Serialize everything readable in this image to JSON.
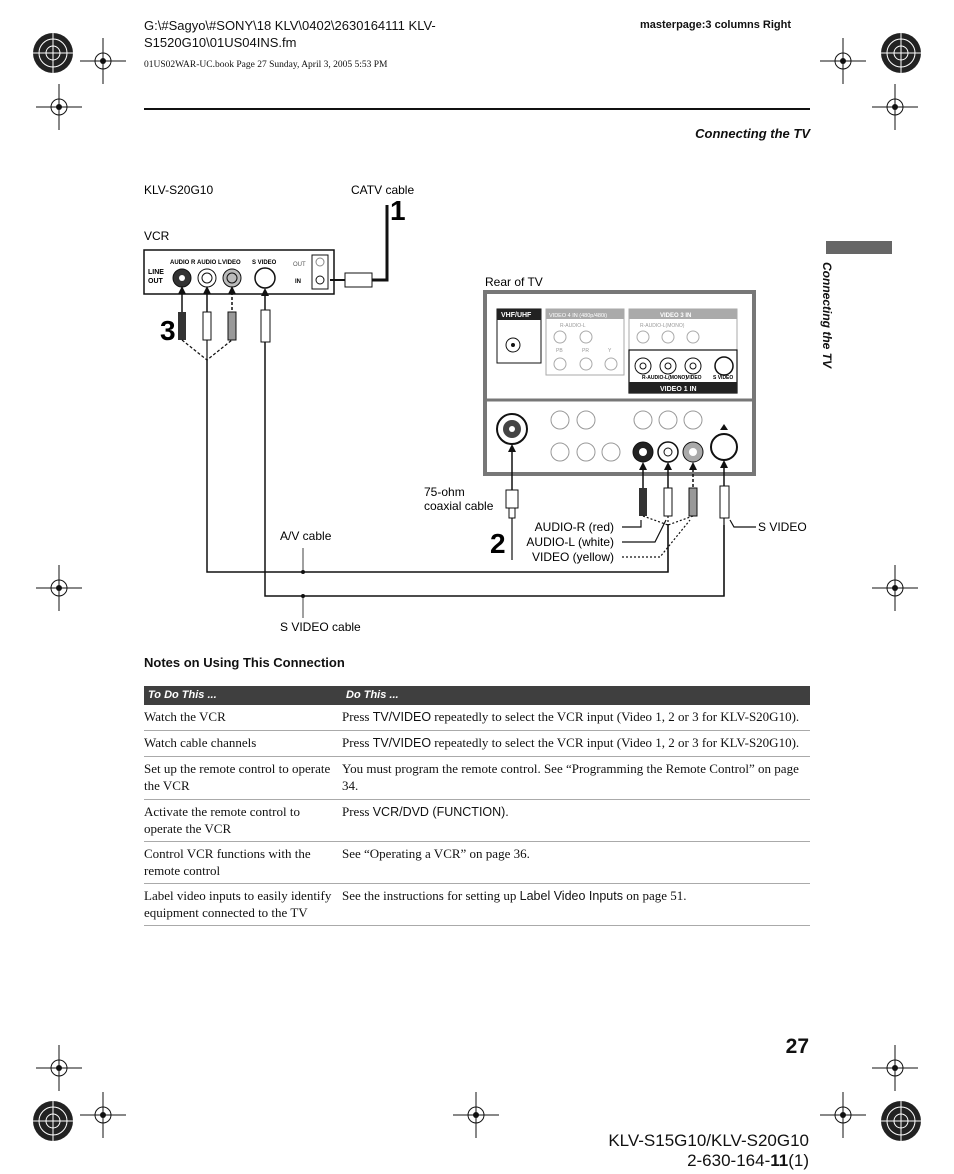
{
  "header": {
    "path": "G:\\#Sagyo\\#SONY\\18 KLV\\0402\\2630164111 KLV-S1520G10\\01US04INS.fm",
    "book_info": "01US02WAR-UC.book  Page 27  Sunday, April 3, 2005  5:53 PM",
    "masterpage": "masterpage:3 columns Right"
  },
  "section_title": "Connecting the TV",
  "side_tab_text": "Connecting the TV",
  "diagram": {
    "model_label": "KLV-S20G10",
    "vcr_label": "VCR",
    "catv_label": "CATV cable",
    "rear_label": "Rear of TV",
    "coax_label_1": "75-ohm",
    "coax_label_2": "coaxial cable",
    "av_cable_label": "A/V cable",
    "svideo_cable_label": "S VIDEO cable",
    "svideo_label": "S VIDEO",
    "audio_r_label": "AUDIO-R (red)",
    "audio_l_label": "AUDIO-L (white)",
    "video_label": "VIDEO (yellow)",
    "step1": "1",
    "step2": "2",
    "step3": "3",
    "vcr_panel": {
      "line_out": "LINE\nOUT",
      "audio_r": "AUDIO R",
      "audio_l": "AUDIO L",
      "video": "VIDEO",
      "s_video": "S VIDEO",
      "out": "OUT",
      "in": "IN"
    },
    "tv_panel": {
      "vhf_uhf": "VHF/UHF",
      "video4": "VIDEO 4 IN (480p/480i)",
      "video3": "VIDEO 3 IN",
      "video1": "VIDEO 1 IN",
      "r_audio_l": "R-AUDIO-L",
      "r_audio_l_mono": "R-AUDIO-L(MONO)",
      "video_small": "VIDEO",
      "s_video_small": "S VIDEO",
      "pb": "PB",
      "pr": "PR",
      "y": "Y"
    }
  },
  "notes": {
    "title": "Notes on Using This Connection",
    "headers": [
      "To Do This ...",
      "Do This ..."
    ],
    "rows": [
      {
        "todo": "Watch the VCR",
        "pre": "Press ",
        "key": "TV/VIDEO",
        "post": " repeatedly to select the VCR input (Video 1, 2 or 3 for KLV-S20G10)."
      },
      {
        "todo": "Watch cable channels",
        "pre": "Press ",
        "key": "TV/VIDEO",
        "post": " repeatedly to select the VCR input (Video 1, 2 or 3 for KLV-S20G10)."
      },
      {
        "todo": "Set up the remote control to operate the VCR",
        "pre": "You must program the remote control. See “Programming the Remote Control” on page 34.",
        "key": "",
        "post": ""
      },
      {
        "todo": "Activate the remote control to operate the VCR",
        "pre": "Press ",
        "key": "VCR/DVD (FUNCTION)",
        "post": "."
      },
      {
        "todo": "Control VCR functions with the remote control",
        "pre": "See “Operating a VCR” on page 36.",
        "key": "",
        "post": ""
      },
      {
        "todo": "Label video inputs to easily identify equipment connected to the TV",
        "pre": "See the instructions for setting up ",
        "key": "Label Video Inputs",
        "post": " on page 51."
      }
    ]
  },
  "page_number": "27",
  "footer": {
    "model_line": "KLV-S15G10/KLV-S20G10",
    "code_pre": "2-630-164-",
    "code_bold": "11",
    "code_post": "(1)"
  }
}
